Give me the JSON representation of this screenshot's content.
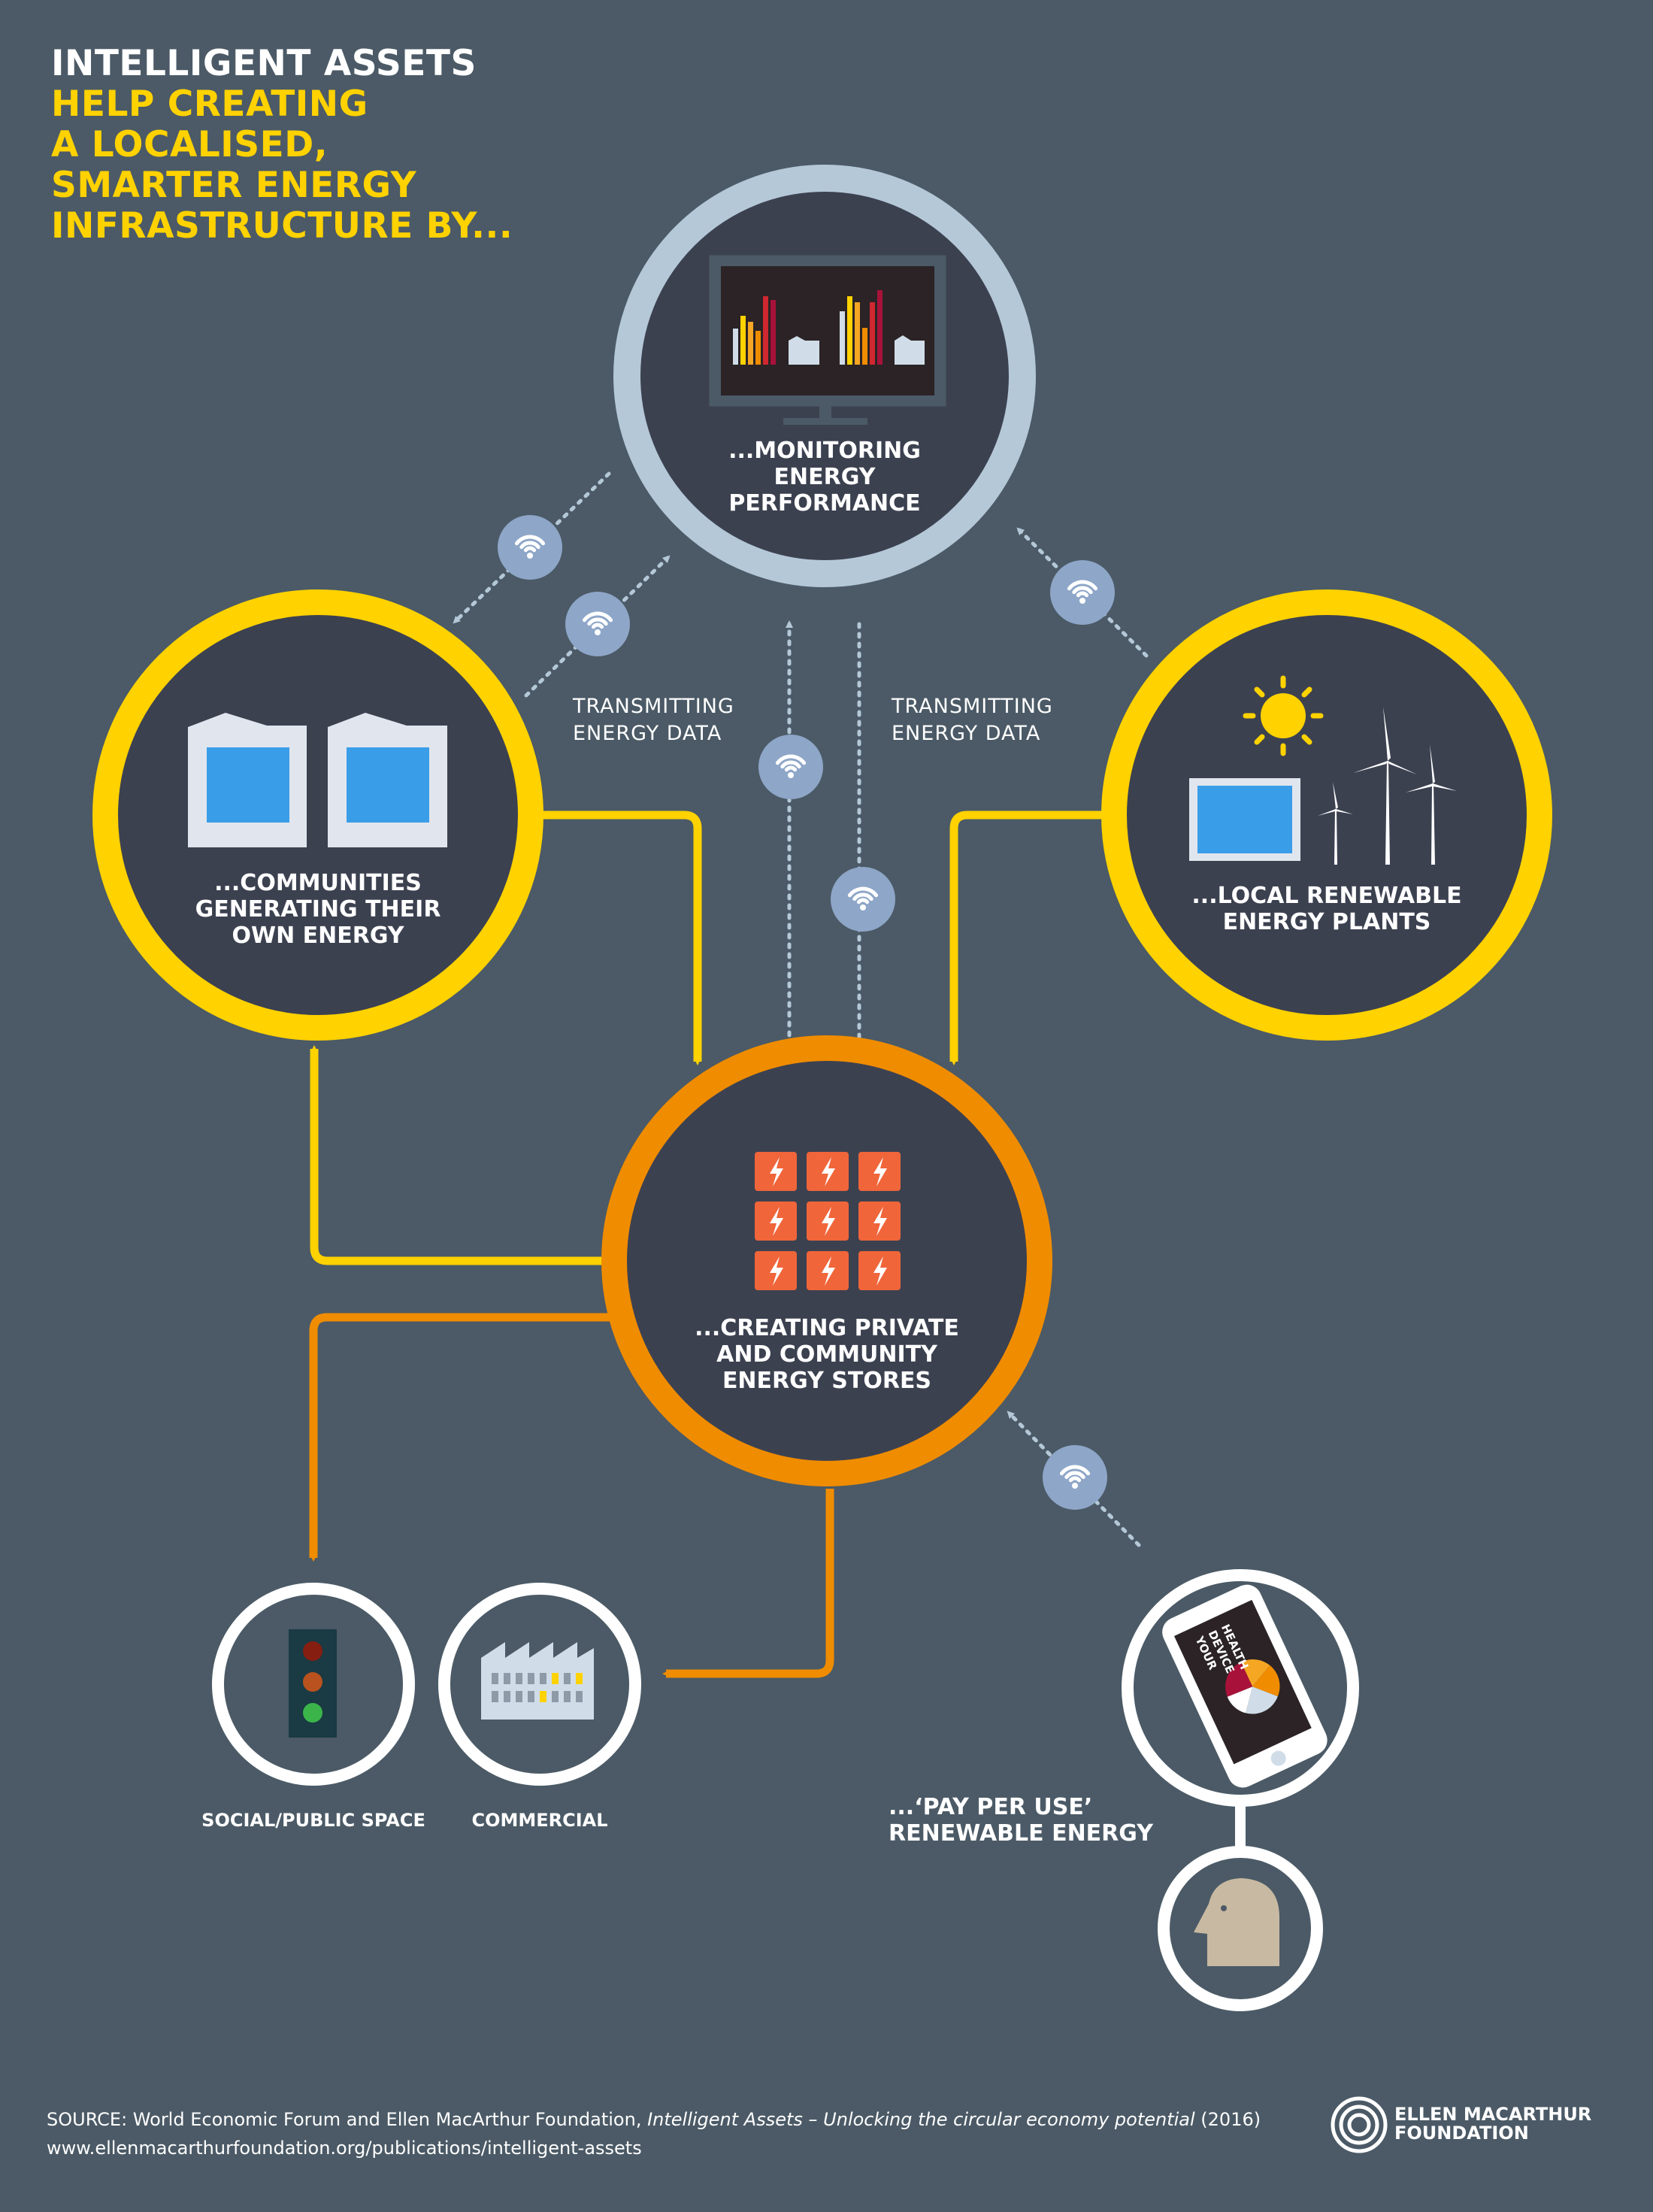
{
  "title": {
    "line1": "INTELLIGENT ASSETS",
    "lines": [
      "HELP CREATING",
      "A LOCALISED,",
      "SMARTER ENERGY",
      "INFRASTRUCTURE BY..."
    ]
  },
  "nodes": {
    "monitoring": {
      "label": [
        "...MONITORING ENERGY",
        "PERFORMANCE"
      ]
    },
    "communities": {
      "label": [
        "...COMMUNITIES",
        "GENERATING THEIR",
        "OWN ENERGY"
      ]
    },
    "renewable": {
      "label": [
        "...LOCAL RENEWABLE",
        "ENERGY PLANTS"
      ]
    },
    "stores": {
      "label": [
        "...CREATING PRIVATE",
        "AND COMMUNITY",
        "ENERGY STORES"
      ]
    },
    "social": {
      "label": "SOCIAL/PUBLIC SPACE"
    },
    "commercial": {
      "label": "COMMERCIAL"
    },
    "payperuse": {
      "label": [
        "...‘PAY PER USE’",
        "RENEWABLE ENERGY"
      ]
    }
  },
  "flows": {
    "left_data": [
      "TRANSMITTING",
      "ENERGY DATA"
    ],
    "right_data": [
      "TRANSMITTING",
      "ENERGY DATA"
    ]
  },
  "phone_screen_text": [
    "YOUR",
    "DEVICE",
    "HEALTH"
  ],
  "source": {
    "prefix": "SOURCE: World Economic Forum and Ellen MacArthur Foundation, ",
    "publication": "Intelligent Assets – Unlocking the circular economy potential",
    "year": " (2016)",
    "url": "www.ellenmacarthurfoundation.org/publications/intelligent-assets"
  },
  "logo": {
    "line1": "ELLEN MACARTHUR",
    "line2": "FOUNDATION"
  },
  "colors": {
    "background": "#4b5a66",
    "yellow": "#ffd200",
    "orange": "#f08c00",
    "ring_blue": "#b4c8d8",
    "node_fill": "#3c4150",
    "wifi_badge": "#8ea6c8"
  }
}
